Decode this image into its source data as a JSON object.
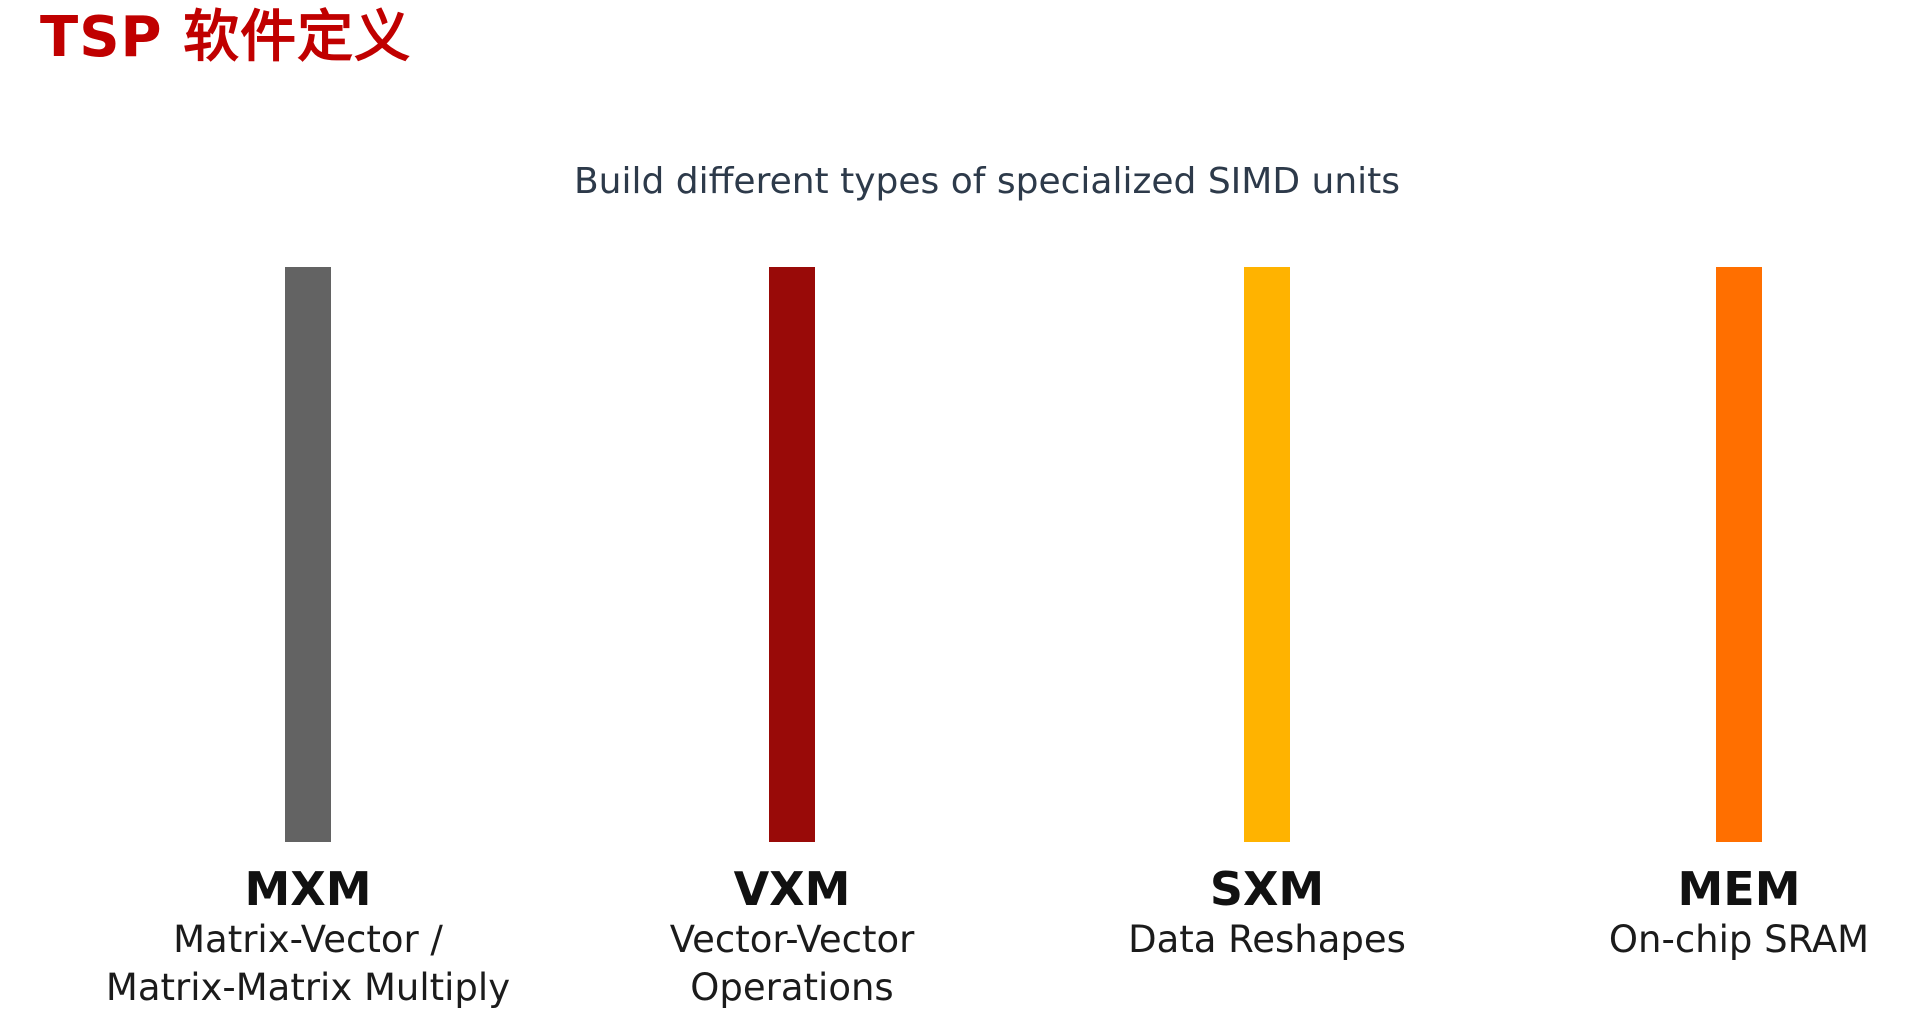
{
  "slide": {
    "title": "TSP 软件定义",
    "subtitle": "Build different types of specialized SIMD units"
  },
  "units": [
    {
      "name": "MXM",
      "desc_line1": "Matrix-Vector /",
      "desc_line2": "Matrix-Matrix Multiply",
      "color": "#636363"
    },
    {
      "name": "VXM",
      "desc_line1": "Vector-Vector",
      "desc_line2": "Operations",
      "color": "#990a08"
    },
    {
      "name": "SXM",
      "desc_line1": "Data Reshapes",
      "desc_line2": "",
      "color": "#ffb300"
    },
    {
      "name": "MEM",
      "desc_line1": "On-chip SRAM",
      "desc_line2": "",
      "color": "#ff6f00"
    }
  ],
  "colors": {
    "title": "#c00000",
    "subtitle": "#2d3a4a"
  }
}
